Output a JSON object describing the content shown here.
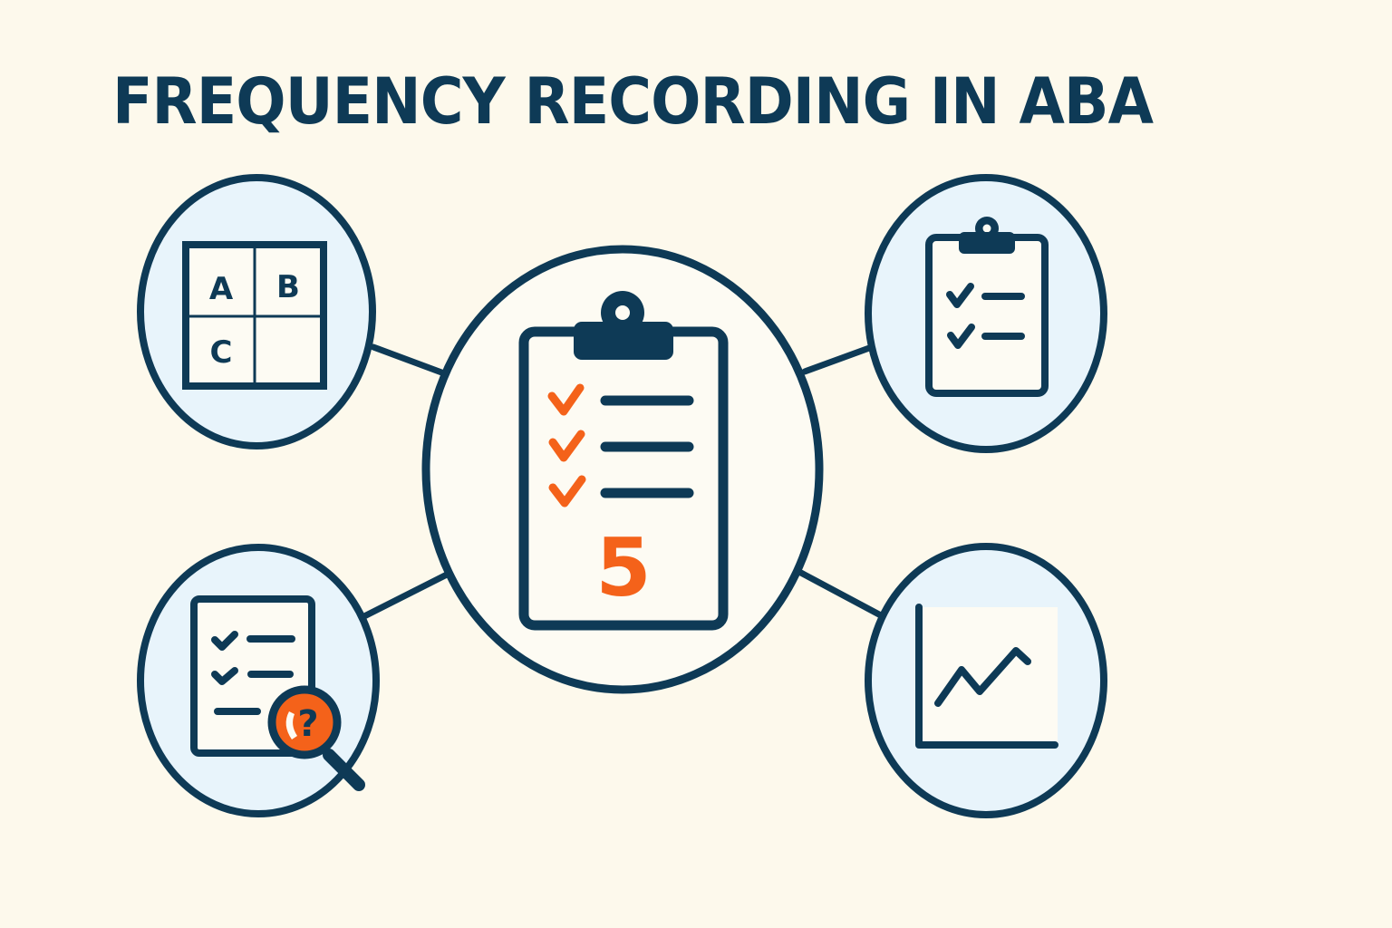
{
  "title": "FREQUENCY RECORDING IN ABA",
  "colors": {
    "background": "#fdf9ec",
    "navy": "#0e3a56",
    "orange": "#f4621a",
    "bubble_fill": "#e8f4fb",
    "center_fill": "#fdfbf3",
    "paper": "#fdfbf3"
  },
  "center": {
    "icon": "clipboard-checklist-icon",
    "checks": 3,
    "count": "5"
  },
  "nodes": [
    {
      "position": "top-left",
      "icon": "abc-grid-icon",
      "cells": [
        "A",
        "B",
        "C",
        ""
      ]
    },
    {
      "position": "top-right",
      "icon": "clipboard-checklist-icon",
      "checks": 2
    },
    {
      "position": "bottom-left",
      "icon": "document-search-question-icon",
      "symbol": "?"
    },
    {
      "position": "bottom-right",
      "icon": "line-chart-icon"
    }
  ]
}
